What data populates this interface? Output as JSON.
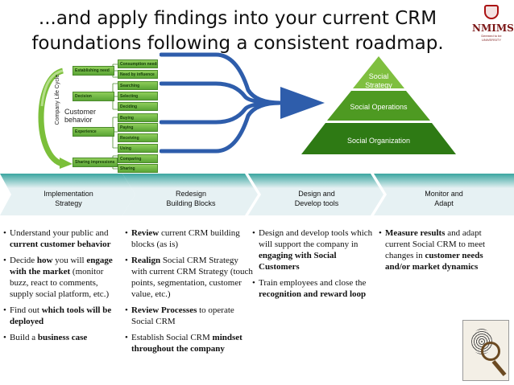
{
  "title": "...and apply findings into your current CRM foundations following a consistent roadmap.",
  "logo": {
    "text": "NMIMS",
    "subtext": "Deemed to be UNIVERSITY"
  },
  "cycle": {
    "title": "Company Life Cycle",
    "center": "Customer behavior",
    "groups": [
      "Establishing need",
      "Decision",
      "Experience",
      "Sharing impressions"
    ],
    "leaves": [
      "Consumption needs",
      "Need by influence",
      "Searching",
      "Selecting",
      "Deciding",
      "Buying",
      "Paying",
      "Receiving",
      "Using",
      "Comparing",
      "Sharing"
    ]
  },
  "pyramid": {
    "levels": [
      "Social Strategy",
      "Social Operations",
      "Social Organization"
    ]
  },
  "phases": [
    {
      "label_line1": "Implementation",
      "label_line2": "Strategy"
    },
    {
      "label_line1": "Redesign",
      "label_line2": "Building Blocks"
    },
    {
      "label_line1": "Design and",
      "label_line2": "Develop tools"
    },
    {
      "label_line1": "Monitor and",
      "label_line2": "Adapt"
    }
  ],
  "columns": {
    "c1": [
      {
        "pre": "Understand your public and ",
        "bold": "current customer behavior",
        "post": ""
      },
      {
        "pre": "Decide ",
        "bold": "how",
        "post": "  you will "
      },
      {
        "pre": "",
        "bold": "engage with the market",
        "post": " (monitor buzz, react to comments, supply social platform, etc.)"
      },
      {
        "pre": "Find out ",
        "bold": "which tools will be deployed",
        "post": ""
      },
      {
        "pre": "Build a ",
        "bold": "business case",
        "post": ""
      }
    ],
    "c2": [
      {
        "pre": "",
        "bold": "Review",
        "post": " current CRM building blocks (as is)"
      },
      {
        "pre": "",
        "bold": "Realign",
        "post": " Social CRM Strategy with current CRM Strategy (touch points, segmentation, customer value, etc.)"
      },
      {
        "pre": "",
        "bold": "Review Processes",
        "post": " to  operate Social CRM"
      },
      {
        "pre": "Establish Social CRM ",
        "bold": "mindset throughout the company",
        "post": ""
      }
    ],
    "c3": [
      {
        "pre": "Design and develop tools which will support the company in ",
        "bold": "engaging with Social Customers",
        "post": ""
      },
      {
        "pre": "Train employees and close the ",
        "bold": "recognition and reward loop",
        "post": ""
      }
    ],
    "c4": [
      {
        "pre": "",
        "bold": "Measure results",
        "post": " and adapt current Social CRM to meet changes in "
      },
      {
        "pre": "",
        "bold": "customer needs and/or market dynamics",
        "post": ""
      }
    ]
  },
  "colors": {
    "green": "#5aa535",
    "arrowBlue": "#2e5dab",
    "pyramidTop": "#7fbf3f",
    "pyramidMid": "#4e9a22",
    "pyramidBot": "#2e7a14",
    "chevronTeal": "#3aa6a0",
    "chevronLight": "#e6f1f3"
  }
}
